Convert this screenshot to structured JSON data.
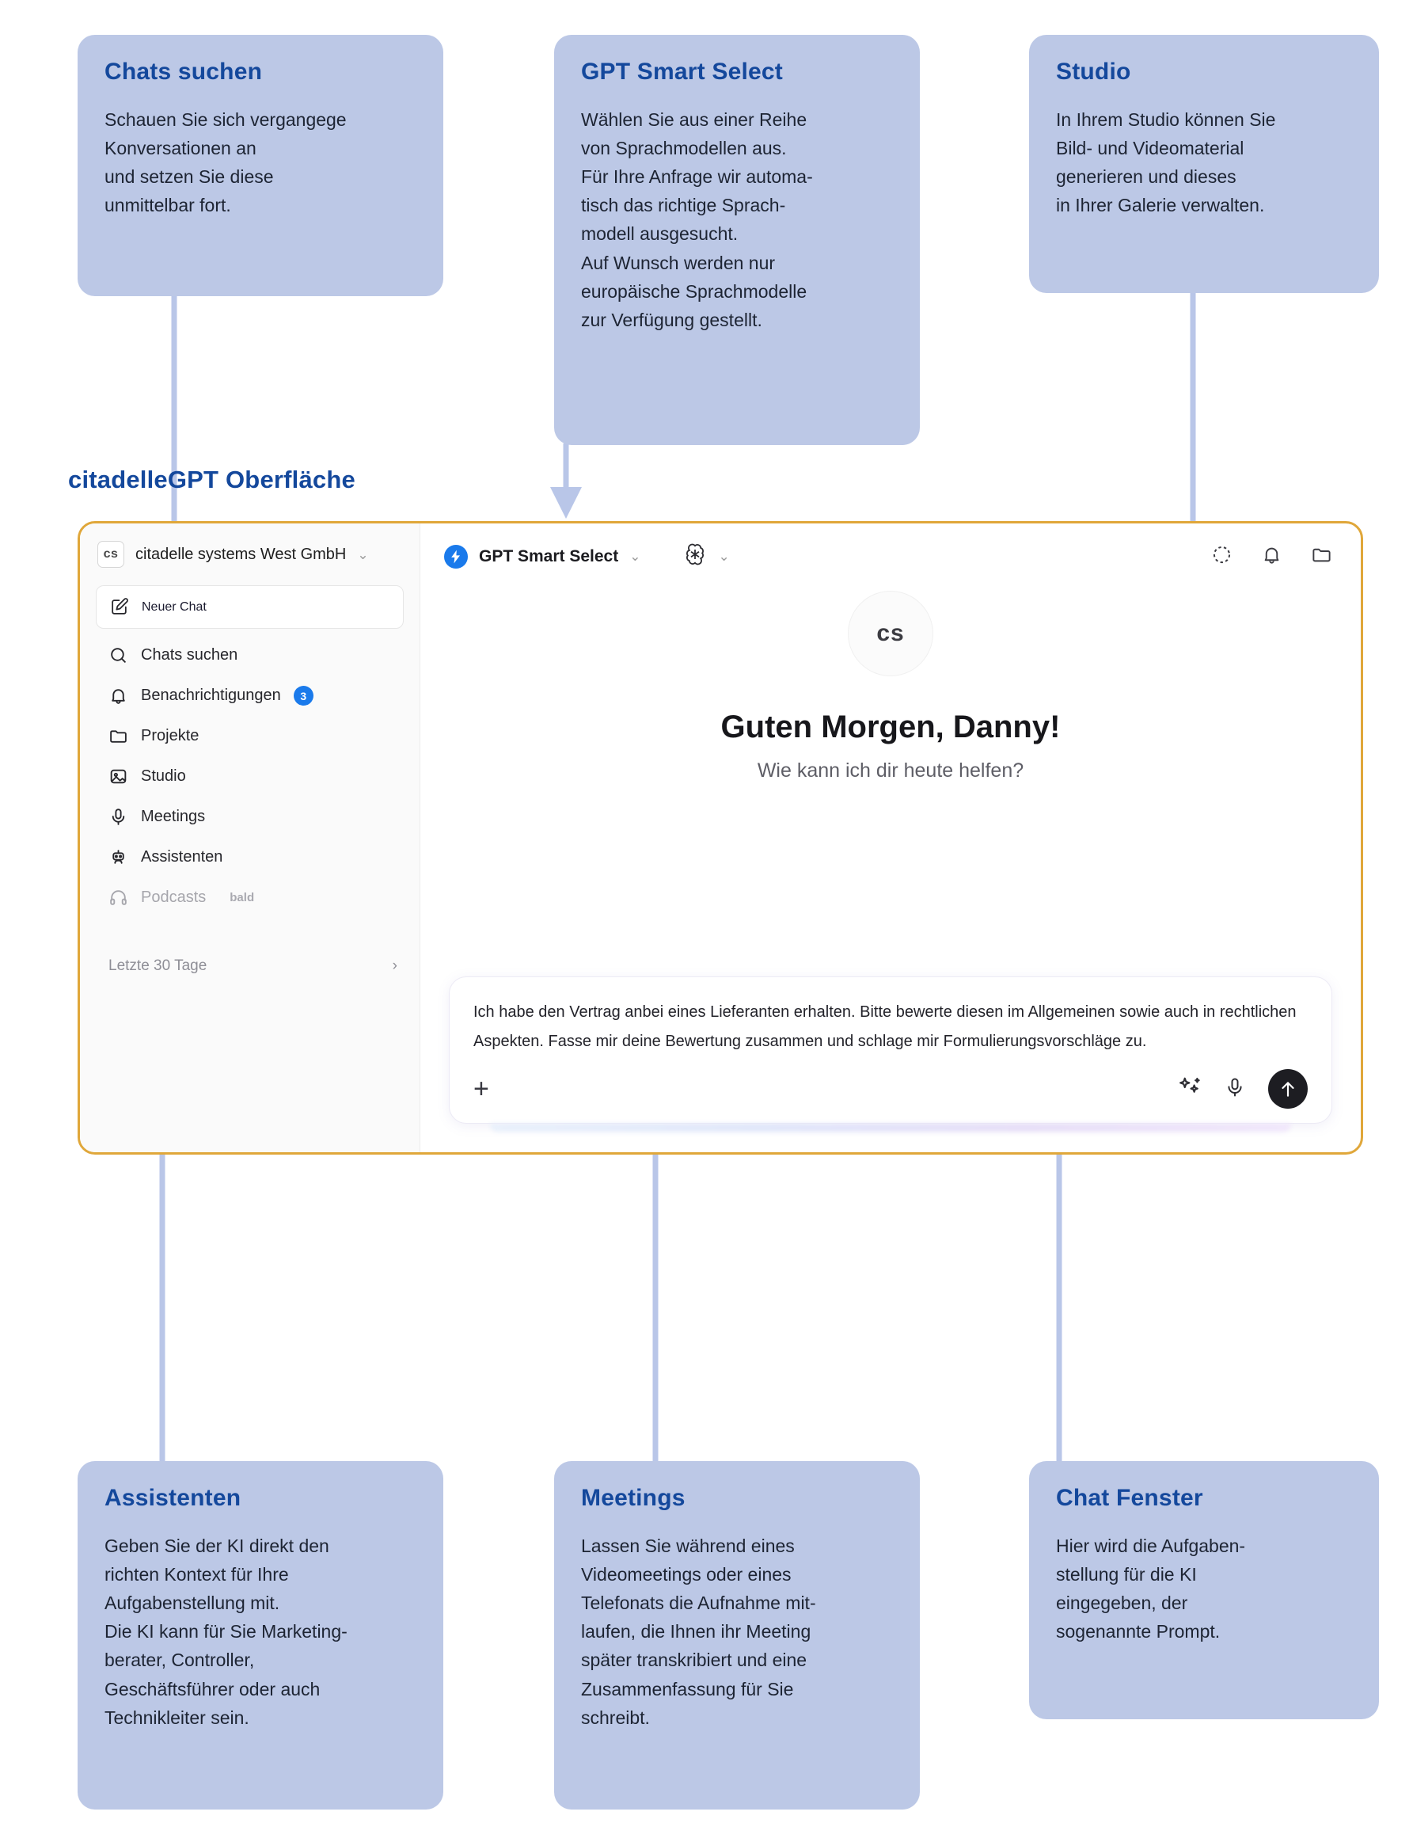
{
  "section": {
    "title": "citadelleGPT  Oberfläche"
  },
  "callouts": [
    {
      "id": "chats-suchen",
      "title": "Chats suchen",
      "body": "Schauen Sie sich vergangege\nKonversationen an\nund setzen Sie diese\nunmittelbar fort."
    },
    {
      "id": "gpt-smart-select",
      "title": "GPT Smart Select",
      "body": "Wählen Sie aus einer Reihe\nvon Sprachmodellen aus.\nFür Ihre Anfrage wir automa-\ntisch das richtige Sprach-\nmodell ausgesucht.\nAuf Wunsch werden nur\neuropäische Sprachmodelle\nzur Verfügung gestellt."
    },
    {
      "id": "studio",
      "title": "Studio",
      "body": "In Ihrem Studio können Sie\nBild- und Videomaterial\ngenerieren und dieses\nin Ihrer Galerie verwalten."
    },
    {
      "id": "assistenten",
      "title": "Assistenten",
      "body": "Geben Sie der KI direkt den\nrichten Kontext für Ihre\nAufgabenstellung mit.\nDie KI kann für Sie Marketing-\nberater, Controller,\nGeschäftsführer oder auch\nTechnikleiter sein."
    },
    {
      "id": "meetings",
      "title": "Meetings",
      "body": "Lassen Sie während eines\nVideomeetings oder eines\nTelefonats die Aufnahme mit-\nlaufen, die Ihnen ihr Meeting\nspäter transkribiert und eine\nZusammenfassung für Sie\nschreibt."
    },
    {
      "id": "chat-fenster",
      "title": "Chat Fenster",
      "body": "Hier wird die Aufgaben-\nstellung für die KI\neingegeben, der\nsogenannte Prompt."
    }
  ],
  "app": {
    "sidebar": {
      "org": {
        "badge": "cs",
        "name": "citadelle systems West GmbH",
        "chevron": "⌄"
      },
      "new_chat": {
        "label": "Neuer Chat",
        "icon": "compose-icon"
      },
      "items": [
        {
          "label": "Chats suchen",
          "icon": "search-icon",
          "badge": "",
          "tag": "",
          "muted": false
        },
        {
          "label": "Benachrichtigungen",
          "icon": "bell-icon",
          "badge": "3",
          "tag": "",
          "muted": false
        },
        {
          "label": "Projekte",
          "icon": "folder-icon",
          "badge": "",
          "tag": "",
          "muted": false
        },
        {
          "label": "Studio",
          "icon": "image-icon",
          "badge": "",
          "tag": "",
          "muted": false
        },
        {
          "label": "Meetings",
          "icon": "microphone-icon",
          "badge": "",
          "tag": "",
          "muted": false
        },
        {
          "label": "Assistenten",
          "icon": "robot-icon",
          "badge": "",
          "tag": "",
          "muted": false
        },
        {
          "label": "Podcasts",
          "icon": "headphones-icon",
          "badge": "",
          "tag": "bald",
          "muted": true
        }
      ],
      "group": {
        "label": "Letzte 30 Tage",
        "chevron": "›"
      }
    },
    "topbar": {
      "model": "GPT Smart Select",
      "model_chevron": "⌄",
      "provider_chevron": "⌄",
      "icons": [
        "dashed-circle-icon",
        "bell-icon",
        "folder-icon"
      ]
    },
    "stage": {
      "avatar": "cs",
      "greeting": "Guten Morgen, Danny!",
      "subgreeting": "Wie kann ich dir heute helfen?"
    },
    "composer": {
      "value": "Ich habe den Vertrag anbei eines Lieferanten erhalten. Bitte bewerte diesen im Allgemeinen sowie auch in rechtlichen Aspekten. Fasse mir deine Bewertung zusammen und schlage mir Formulierungsvorschläge zu.",
      "add_label": "+",
      "tools": [
        "sparkle-icon",
        "microphone-icon",
        "send-icon"
      ]
    }
  },
  "colors": {
    "callout_bg": "#bcc8e6",
    "heading_blue": "#14489c",
    "window_border": "#e0a73a",
    "connector": "#b9c6e8",
    "badge_blue": "#1a7aeb"
  }
}
